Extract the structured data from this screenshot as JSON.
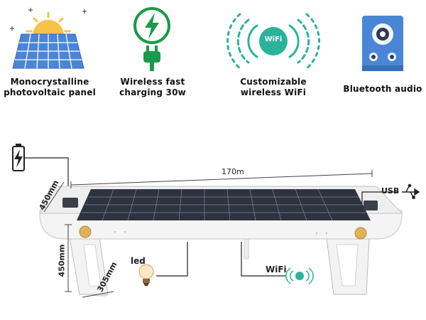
{
  "features": [
    {
      "icon": "solar-panel-icon",
      "line1": "Monocrystalline",
      "line2": "photovoltaic panel"
    },
    {
      "icon": "charging-plug-icon",
      "line1": "Wireless fast",
      "line2": "charging 30w"
    },
    {
      "icon": "wifi-signal-icon",
      "line1": "Customizable",
      "line2": "wireless WiFi",
      "badge": "WiFi"
    },
    {
      "icon": "speaker-icon",
      "line1": "Bluetooth audio",
      "line2": ""
    }
  ],
  "diagram": {
    "length_label": "170m",
    "width_label": "450mm",
    "height_label": "450mm",
    "leg_depth_label": "305mm",
    "usb_label": "USB",
    "led_label": "led",
    "wifi_label": "WiFi"
  },
  "colors": {
    "panel_blue": "#4a86d8",
    "cell_grid": "#ffffff",
    "sun_yellow": "#f6c24a",
    "charge_green": "#1a9a4a",
    "wifi_green": "#2bb39a",
    "speaker_blue": "#4b86d6",
    "bench_white": "#f1f1f1",
    "solar_dark": "#2d3440"
  }
}
